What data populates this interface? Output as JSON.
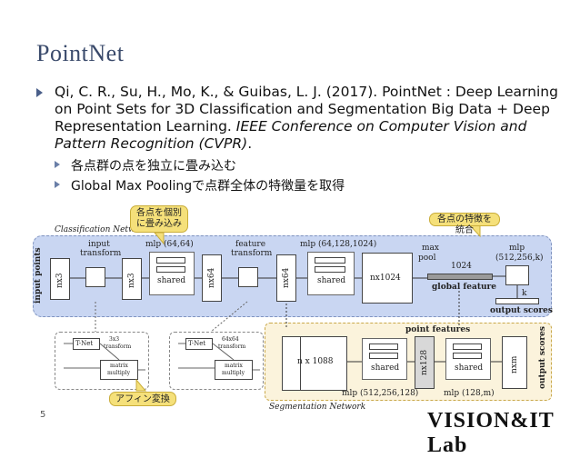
{
  "slide": {
    "title": "PointNet",
    "page_number": "5",
    "footer_logo": "VISION&IT Lab"
  },
  "citation": {
    "plain": "Qi, C. R., Su, H., Mo, K., & Guibas, L. J. (2017). PointNet : Deep Learning on Point Sets for 3D Classification and Segmentation Big Data + Deep Representation Learning. ",
    "italic": "IEEE Conference on Computer Vision and Pattern Recognition (CVPR)",
    "end": "."
  },
  "sub_bullets": [
    "各点群の点を独立に畳み込む",
    "Global Max Poolingで点群全体の特徴量を取得"
  ],
  "callouts": {
    "individual_conv": [
      "各点を個別",
      "に畳み込み"
    ],
    "feature_merge": "各点の特徴を統合",
    "affine": "アフィン変換"
  },
  "diagram": {
    "classification_network": "Classification Network",
    "segmentation_network": "Segmentation Network",
    "input_points": "input points",
    "input_transform": [
      "input",
      "transform"
    ],
    "feature_transform": [
      "feature",
      "transform"
    ],
    "mlp_64_64": "mlp (64,64)",
    "mlp_64_128_1024": "mlp (64,128,1024)",
    "max_pool": [
      "max",
      "pool"
    ],
    "mlp_512_256_k": [
      "mlp",
      "(512,256,k)"
    ],
    "shared": "shared",
    "nx3": "nx3",
    "nx64": "nx64",
    "nx1024": "nx1024",
    "dim_1024": "1024",
    "global_feature": "global feature",
    "k": "k",
    "output_scores": "output scores",
    "point_features": "point features",
    "n_x_1088": "n  x 1088",
    "nx128": "nx128",
    "nxm": "nxm",
    "mlp_512_256_128": "mlp (512,256,128)",
    "mlp_128_m": "mlp (128,m)",
    "tnet": "T-Net",
    "transform_3x3": [
      "3x3",
      "transform"
    ],
    "transform_64x64": [
      "64x64",
      "transform"
    ],
    "matrix_multiply": [
      "matrix",
      "multiply"
    ]
  }
}
